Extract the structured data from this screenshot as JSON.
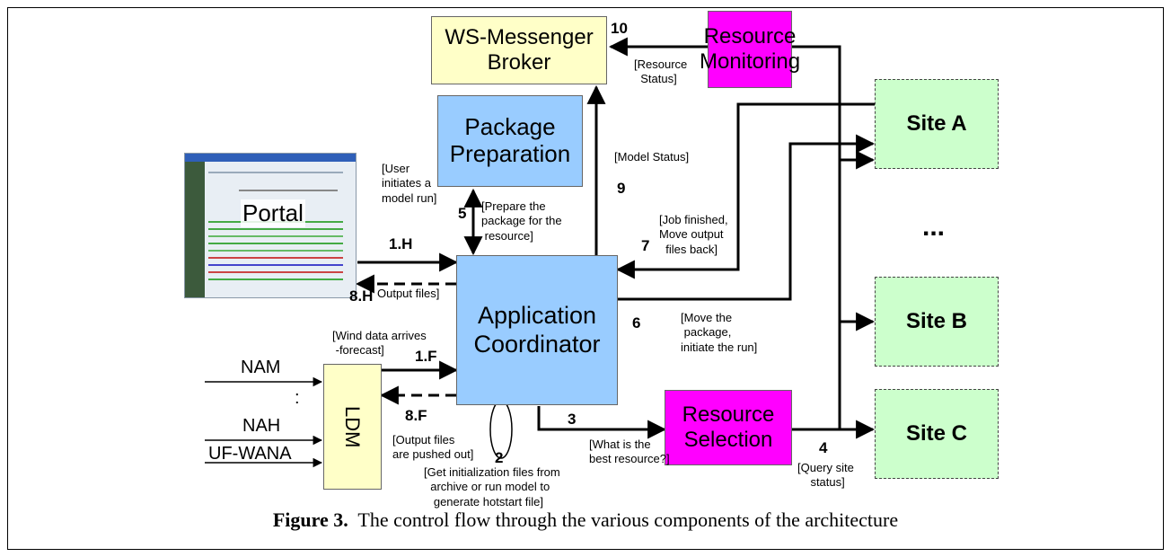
{
  "nodes": {
    "ws_broker": "WS-Messenger Broker",
    "resource_monitoring": "Resource Monitoring",
    "package_preparation": "Package Preparation",
    "application_coordinator": "Application Coordinator",
    "resource_selection": "Resource Selection",
    "ldm": "LDM",
    "portal": "Portal",
    "site_a": "Site A",
    "site_b": "Site B",
    "site_c": "Site C",
    "sites_ellipsis": "..."
  },
  "inputs": {
    "nam": "NAM",
    "dots": ":",
    "nah": "NAH",
    "uf_wana": "UF-WANA"
  },
  "steps": {
    "s10": "10",
    "s9": "9",
    "s7": "7",
    "s6": "6",
    "s5": "5",
    "s4": "4",
    "s3": "3",
    "s2": "2",
    "s1h": "1.H",
    "s8h": "8.H",
    "s1f": "1.F",
    "s8f": "8.F"
  },
  "labels": {
    "resource_status": "[Resource\n  Status]",
    "model_status": "[Model Status]",
    "user_initiates": "[User\ninitiates a\nmodel run]",
    "prepare_package": "[Prepare the\npackage for the\n resource]",
    "job_finished": "[Job finished,\nMove output\n  files back]",
    "output_files": "Output files]",
    "wind_data": "[Wind data arrives\n -forecast]",
    "move_package": "[Move the\n package,\ninitiate the run]",
    "output_pushed": "[Output files\nare pushed out]",
    "best_resource": "[What is the\nbest resource?]",
    "query_site": "[Query site\n    status]",
    "init_files": "[Get initialization files from\n  archive or run model to\n   generate hotstart file]"
  },
  "caption": {
    "bold": "Figure 3.",
    "text": "  The control flow through the various components of the architecture"
  },
  "colors": {
    "yellow": "#ffffc8",
    "blue": "#99ccff",
    "magenta": "#ff00ff",
    "green": "#ccffcc"
  }
}
